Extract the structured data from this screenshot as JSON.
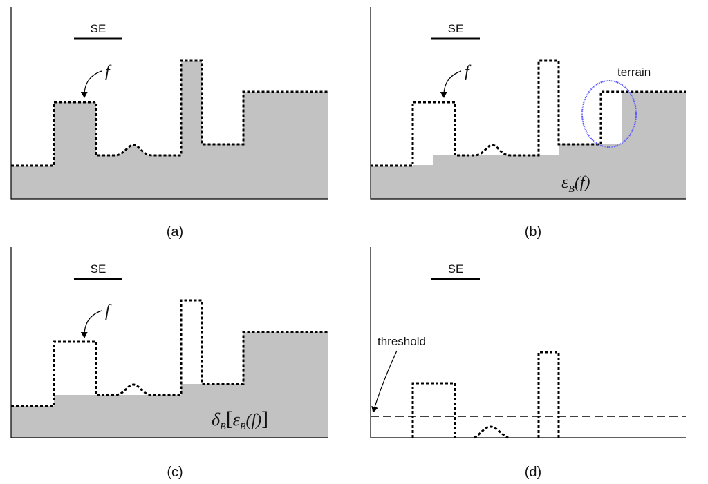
{
  "panels": [
    {
      "id": "a",
      "caption": "(a)",
      "se_label": "SE",
      "f_label": "f"
    },
    {
      "id": "b",
      "caption": "(b)",
      "se_label": "SE",
      "f_label": "f",
      "terrain_label": "terrain",
      "operator_symbol": "ε",
      "operator_sub": "B",
      "operator_arg": "(f)"
    },
    {
      "id": "c",
      "caption": "(c)",
      "se_label": "SE",
      "f_label": "f",
      "outer_symbol": "δ",
      "outer_sub": "B",
      "inner_symbol": "ε",
      "inner_sub": "B",
      "inner_arg": "(f)"
    },
    {
      "id": "d",
      "caption": "(d)",
      "se_label": "SE",
      "threshold_label": "threshold"
    }
  ],
  "colors": {
    "fill": "#c2c2c2",
    "line": "#000000",
    "ellipse": "#5b5bff"
  }
}
